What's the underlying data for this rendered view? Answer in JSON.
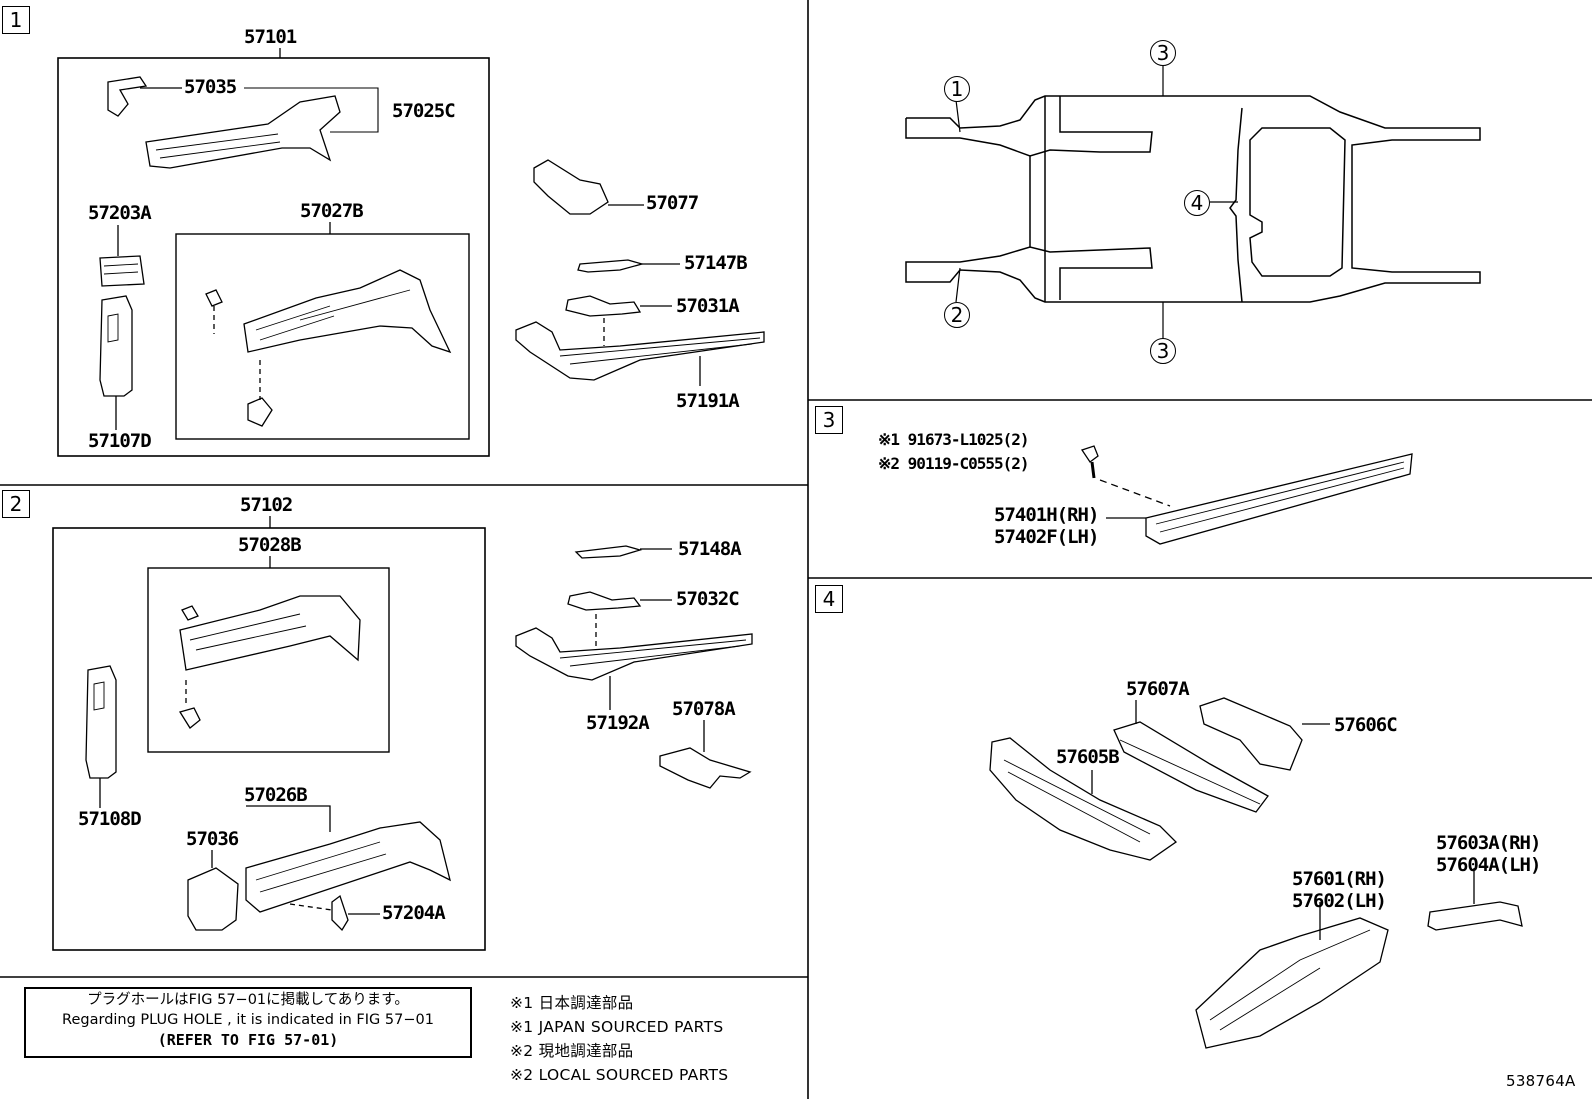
{
  "sections": {
    "s1": {
      "index": "1",
      "assembly": "57101",
      "parts": {
        "p57035": "57035",
        "p57025c": "57025C",
        "p57203a": "57203A",
        "p57027b": "57027B",
        "p57107d": "57107D",
        "p57077": "57077",
        "p57147b": "57147B",
        "p57031a": "57031A",
        "p57191a": "57191A"
      }
    },
    "s2": {
      "index": "2",
      "assembly": "57102",
      "parts": {
        "p57028b": "57028B",
        "p57148a": "57148A",
        "p57032c": "57032C",
        "p57192a": "57192A",
        "p57078a": "57078A",
        "p57108d": "57108D",
        "p57026b": "57026B",
        "p57036": "57036",
        "p57204a": "57204A"
      }
    },
    "s3": {
      "index": "3",
      "bolt1": "※1 91673-L1025(2)",
      "bolt2": "※2 90119-C0555(2)",
      "rh": "57401H(RH)",
      "lh": "57402F(LH)"
    },
    "s4": {
      "index": "4",
      "parts": {
        "p57607a": "57607A",
        "p57606c": "57606C",
        "p57605b": "57605B",
        "p57603a": "57603A(RH)",
        "p57604a": "57604A(LH)",
        "p57601": "57601(RH)",
        "p57602": "57602(LH)"
      }
    }
  },
  "overview_callouts": {
    "c1": "1",
    "c2": "2",
    "c3a": "3",
    "c3b": "3",
    "c4": "4"
  },
  "notice": {
    "jp": "プラグホールはFIG 57−01に掲載してあります。",
    "en": "Regarding PLUG HOLE , it is indicated in FIG 57−01",
    "ref": "(REFER TO FIG 57-01)"
  },
  "legend": [
    "※1 日本調達部品",
    "※1 JAPAN SOURCED PARTS",
    "※2 現地調達部品",
    "※2 LOCAL SOURCED PARTS"
  ],
  "figure_id": "538764A"
}
